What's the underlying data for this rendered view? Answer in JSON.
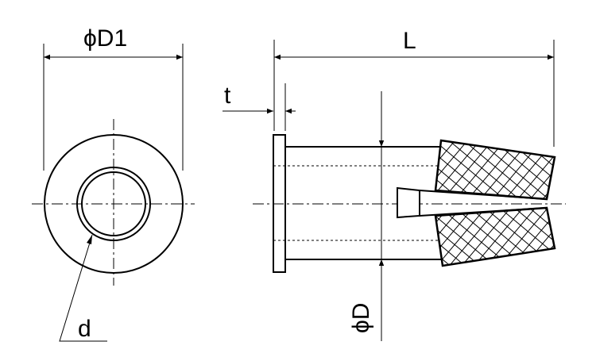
{
  "labels": {
    "d1": "ϕD1",
    "l": "L",
    "t": "t",
    "d": "d",
    "dia": "ϕD"
  },
  "colors": {
    "line": "#000000",
    "background": "#ffffff"
  }
}
